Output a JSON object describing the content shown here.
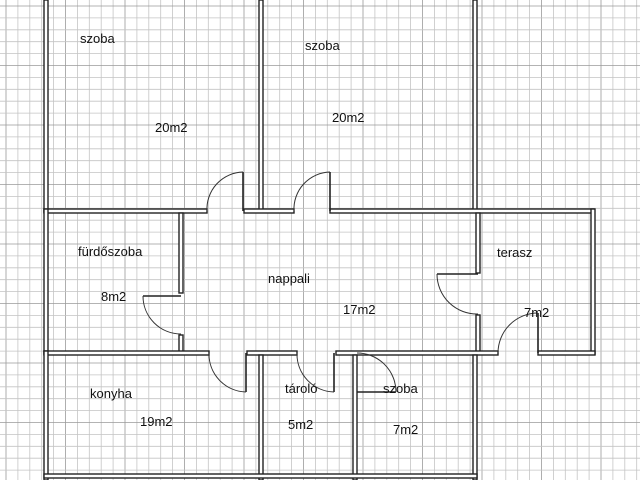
{
  "colors": {
    "grid_minor": "#c4c4c4",
    "grid_major": "#9a9a9a",
    "wall_stroke": "#222222",
    "background": "#ffffff",
    "text": "#111111"
  },
  "rooms": [
    {
      "name": "szoba",
      "area": "20m2"
    },
    {
      "name": "szoba",
      "area": "20m2"
    },
    {
      "name": "fürdőszoba",
      "area": "8m2"
    },
    {
      "name": "nappali",
      "area": "17m2"
    },
    {
      "name": "terasz",
      "area": "7m2"
    },
    {
      "name": "konyha",
      "area": "19m2"
    },
    {
      "name": "tároló",
      "area": "5m2"
    },
    {
      "name": "szoba",
      "area": "7m2"
    }
  ]
}
